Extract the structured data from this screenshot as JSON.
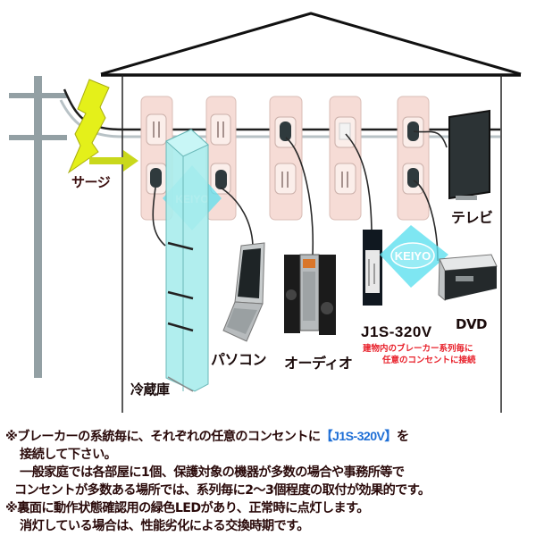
{
  "diagram": {
    "title": "J1S-320V surge protector installation diagram",
    "colors": {
      "roof_line": "#111111",
      "wall_line": "#222222",
      "pole": "#93a0a4",
      "lightning": "#e4f01a",
      "outlet_plate": "#f6dcd6",
      "fridge": "#a8ecec",
      "watermark": "#5fe0ef",
      "note_red": "#e8202a",
      "highlight_blue": "#1f6fd6"
    },
    "labels": {
      "surge": "サージ",
      "tv": "テレビ",
      "pc": "パソコン",
      "audio": "オーディオ",
      "fridge": "冷蔵庫",
      "dvd": "DVD",
      "model": "J1S-320V"
    },
    "watermark": "KEIYO",
    "install_note": [
      "建物内のブレーカー系列毎に",
      "任意のコンセントに接続"
    ],
    "icons": [
      "power-pole-icon",
      "lightning-icon",
      "arrow-icon",
      "house-icon",
      "outlet-icon",
      "refrigerator-icon",
      "laptop-icon",
      "stereo-icon",
      "surge-protector-icon",
      "tv-icon",
      "dvd-player-icon"
    ]
  },
  "description": {
    "line1_pre": "※ブレーカーの系統毎に、それぞれの任意のコンセントに",
    "line1_highlight": "【J1S-320V】",
    "line1_post": "を",
    "line2": "接続して下さい。",
    "line3": "一般家庭では各部屋に1個、保護対象の機器が多数の場合や事務所等で",
    "line4": "コンセントが多数ある場所では、系列毎に2～3個程度の取付が効果的です。",
    "line5": "※裏面に動作状態確認用の緑色LEDがあり、正常時に点灯します。",
    "line6": "消灯している場合は、性能劣化による交換時期です。"
  }
}
